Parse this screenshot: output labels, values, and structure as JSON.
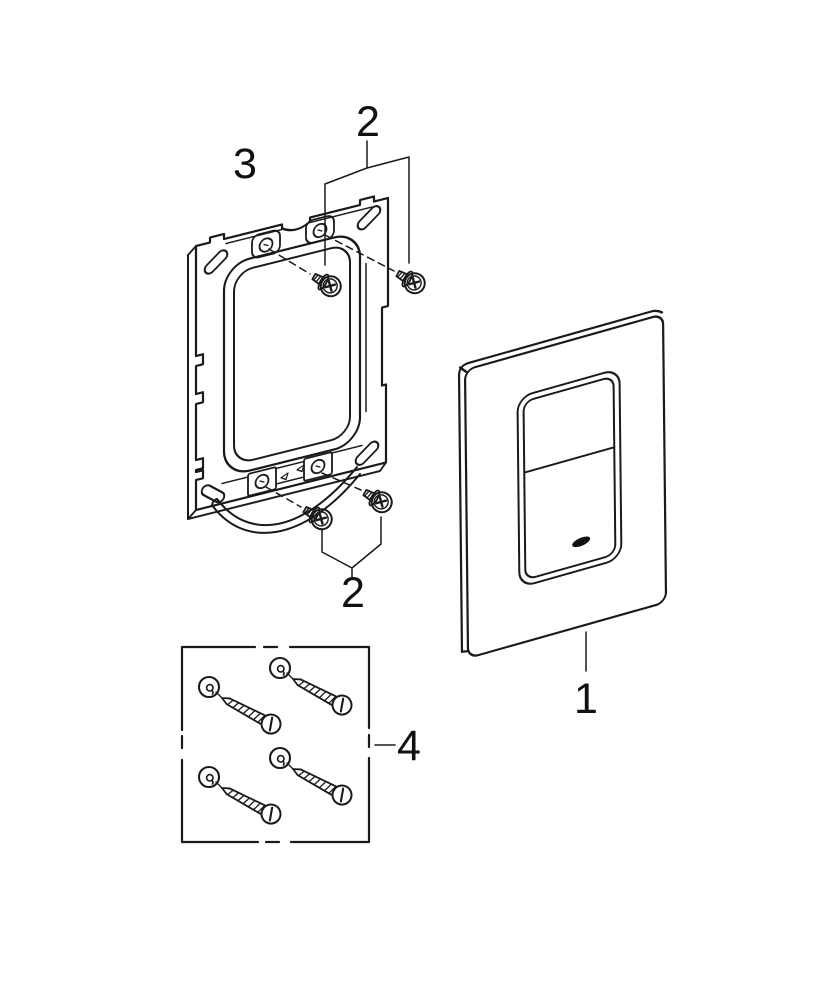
{
  "diagram": {
    "background_color": "#ffffff",
    "line_color": "#1a1a1a",
    "label_color": "#111111",
    "callouts": {
      "part1": "1",
      "part2_top": "2",
      "part2_bottom": "2",
      "part3": "3",
      "part4": "4"
    }
  }
}
